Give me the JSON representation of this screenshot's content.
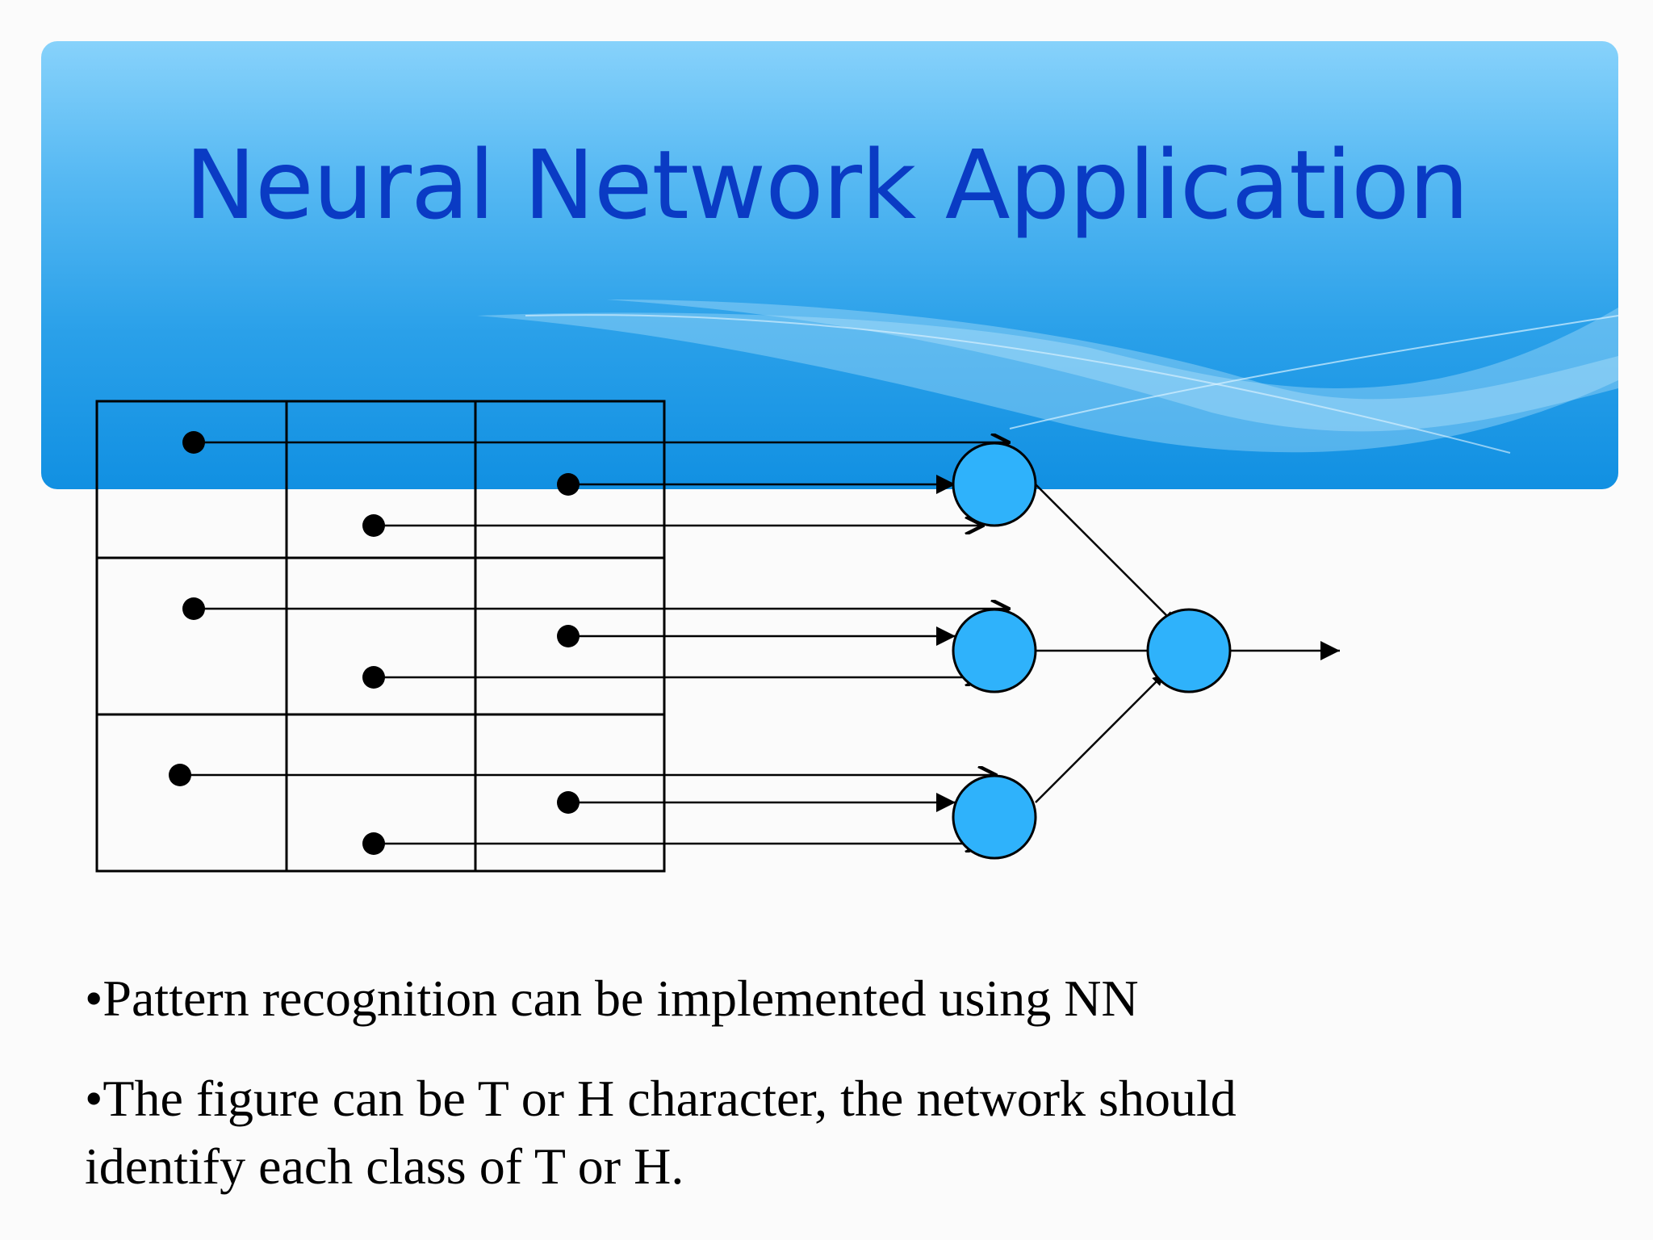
{
  "slide": {
    "title": "Neural Network Application",
    "bullets": [
      "•Pattern recognition can be implemented using NN",
      "•The figure can be T or H character, the network should identify each class of T or H."
    ]
  },
  "diagram": {
    "grid": {
      "rows": 3,
      "cols": 3
    },
    "hidden_neurons": 3,
    "output_neurons": 1,
    "colors": {
      "neuron": "#2fb2fb",
      "line": "#000000",
      "banner_top": "#87d2fb",
      "banner_bottom": "#1190e2",
      "title": "#0a3bc4"
    }
  }
}
